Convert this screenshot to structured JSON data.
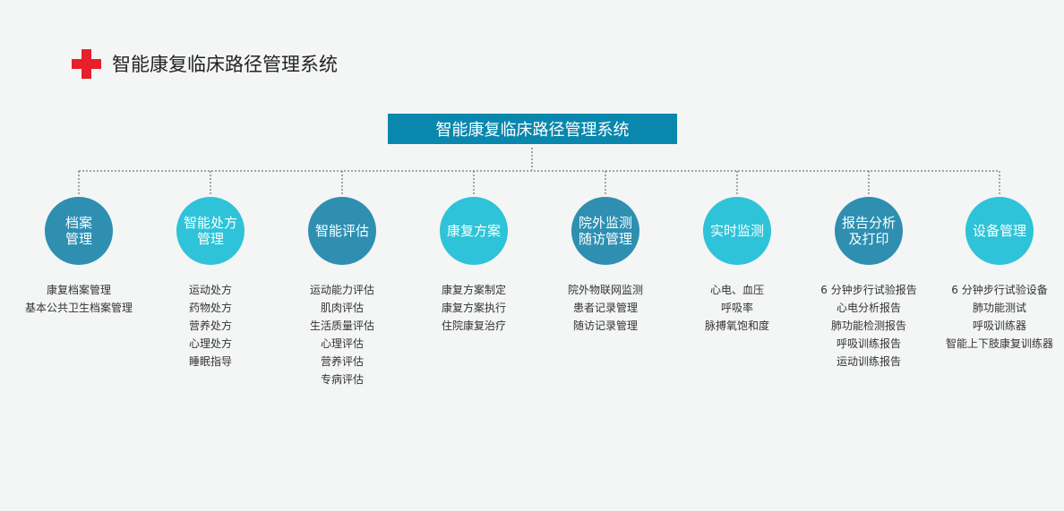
{
  "header": {
    "title": "智能康复临床路径管理系统"
  },
  "root": {
    "label": "智能康复临床路径管理系统"
  },
  "modules": [
    {
      "title_lines": [
        "档案",
        "管理"
      ],
      "style": "dark",
      "items": [
        "康复档案管理",
        "基本公共卫生档案管理"
      ]
    },
    {
      "title_lines": [
        "智能处方",
        "管理"
      ],
      "style": "light",
      "items": [
        "运动处方",
        "药物处方",
        "营养处方",
        "心理处方",
        "睡眠指导"
      ]
    },
    {
      "title_lines": [
        "智能评估"
      ],
      "style": "dark",
      "items": [
        "运动能力评估",
        "肌肉评估",
        "生活质量评估",
        "心理评估",
        "营养评估",
        "专病评估"
      ]
    },
    {
      "title_lines": [
        "康复方案"
      ],
      "style": "light",
      "items": [
        "康复方案制定",
        "康复方案执行",
        "住院康复治疗"
      ]
    },
    {
      "title_lines": [
        "院外监测",
        "随访管理"
      ],
      "style": "dark",
      "items": [
        "院外物联网监测",
        "患者记录管理",
        "随访记录管理"
      ]
    },
    {
      "title_lines": [
        "实时监测"
      ],
      "style": "light",
      "items": [
        "心电、血压",
        "呼吸率",
        "脉搏氧饱和度"
      ]
    },
    {
      "title_lines": [
        "报告分析",
        "及打印"
      ],
      "style": "dark",
      "items": [
        "6 分钟步行试验报告",
        "心电分析报告",
        "肺功能检测报告",
        "呼吸训练报告",
        "运动训练报告"
      ]
    },
    {
      "title_lines": [
        "设备管理"
      ],
      "style": "light",
      "items": [
        "6 分钟步行试验设备",
        "肺功能测试",
        "呼吸训练器",
        "智能上下肢康复训练器"
      ]
    }
  ],
  "colors": {
    "accent": "#e8202a",
    "root": "#0a87ad",
    "dark_circle": "#2e8fb1",
    "light_circle": "#2ec3d8"
  }
}
